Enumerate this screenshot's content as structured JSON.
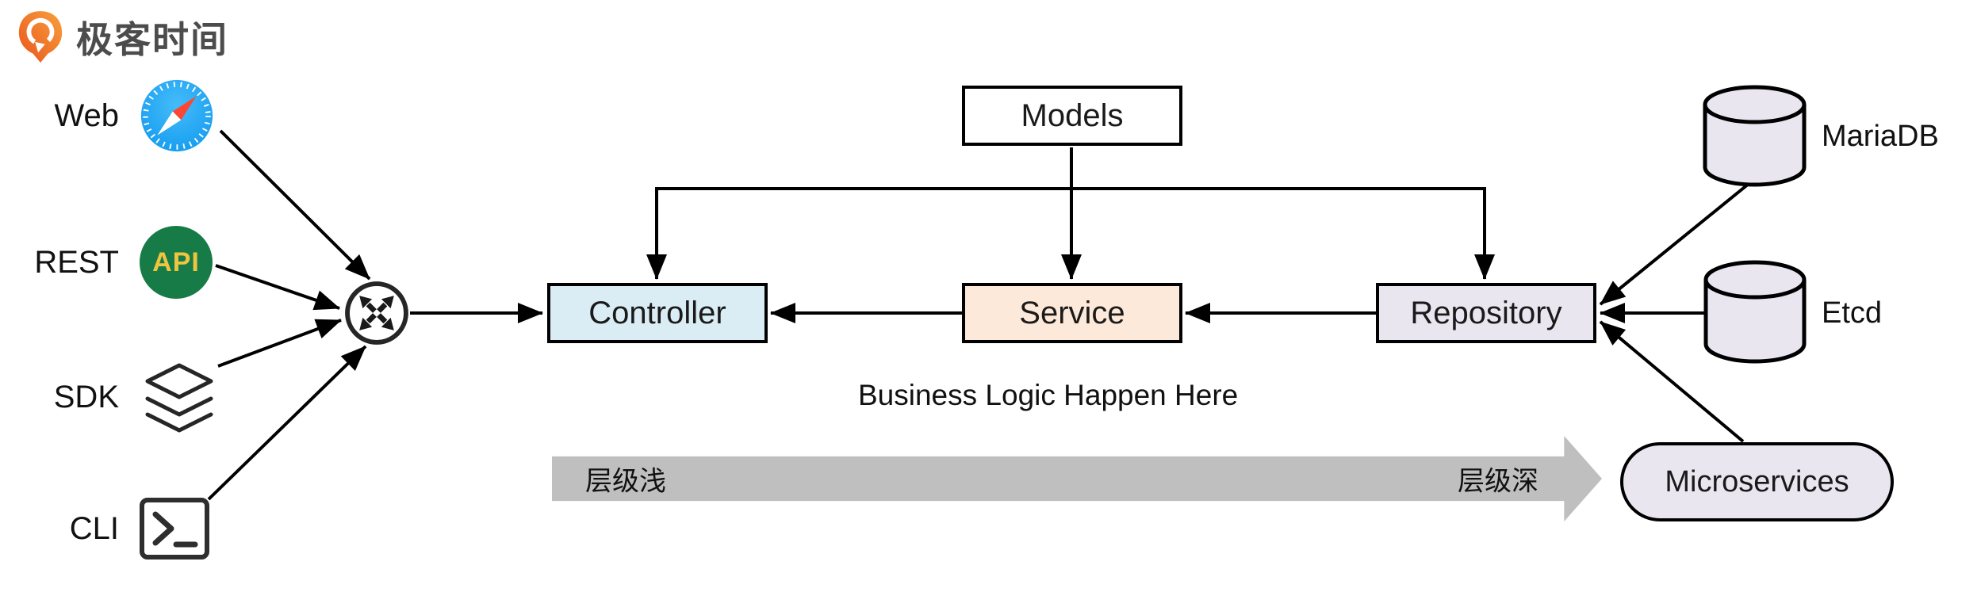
{
  "brand": {
    "logo_text": "极客时间",
    "logo_icon": "geektime-logo-icon"
  },
  "clients": [
    {
      "label": "Web",
      "icon": "safari-browser-icon"
    },
    {
      "label": "REST",
      "icon": "api-badge-icon",
      "icon_text": "API"
    },
    {
      "label": "SDK",
      "icon": "layers-stack-icon"
    },
    {
      "label": "CLI",
      "icon": "terminal-icon"
    }
  ],
  "gateway": {
    "icon": "router-icon"
  },
  "layers": {
    "models": "Models",
    "controller": "Controller",
    "service": "Service",
    "repository": "Repository"
  },
  "backends": [
    {
      "label": "MariaDB",
      "icon": "database-cylinder-icon"
    },
    {
      "label": "Etcd",
      "icon": "database-cylinder-icon"
    },
    {
      "label": "Microservices",
      "icon": "rounded-node"
    }
  ],
  "annotations": {
    "business_logic": "Business Logic Happen Here",
    "depth_axis": {
      "left": "层级浅",
      "right": "层级深"
    }
  },
  "edges": [
    "Web -> gateway",
    "REST -> gateway",
    "SDK -> gateway",
    "CLI -> gateway",
    "gateway -> Controller",
    "Models -> Controller",
    "Models -> Service",
    "Models -> Repository",
    "Service -> Controller",
    "Repository -> Service",
    "MariaDB -> Repository",
    "Etcd -> Repository",
    "Microservices -> Repository"
  ],
  "colors": {
    "controller_fill": "#dbedf4",
    "service_fill": "#fce9d9",
    "repository_fill": "#e9e6f0",
    "database_fill": "#e9e6f0",
    "depth_arrow_fill": "#bfbfbf",
    "api_badge_green": "#177b48",
    "api_badge_gold": "#efc53f",
    "safari_blue": "#1da3f2",
    "brand_orange": "#ee7a23",
    "line_black": "#000000"
  }
}
